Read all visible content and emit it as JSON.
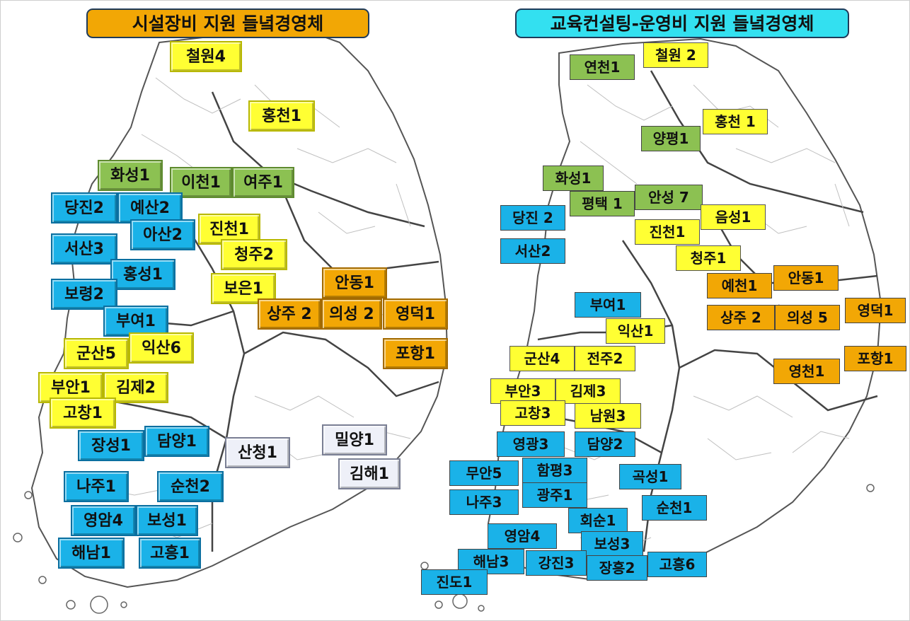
{
  "colors": {
    "yellow": "#ffff33",
    "green": "#8cc152",
    "blue": "#1ab2e8",
    "orange": "#f2a705",
    "white": "#eef0f8",
    "left_title_bg": "#f2a705",
    "right_title_bg": "#33e0f0"
  },
  "left_map": {
    "title": "시설장비 지원 들녘경영체",
    "labels": [
      {
        "text": "철원4",
        "color": "yellow"
      },
      {
        "text": "홍천1",
        "color": "yellow"
      },
      {
        "text": "화성1",
        "color": "green"
      },
      {
        "text": "이천1",
        "color": "green"
      },
      {
        "text": "여주1",
        "color": "green"
      },
      {
        "text": "당진2",
        "color": "blue"
      },
      {
        "text": "예산2",
        "color": "blue"
      },
      {
        "text": "아산2",
        "color": "blue"
      },
      {
        "text": "진천1",
        "color": "yellow"
      },
      {
        "text": "서산3",
        "color": "blue"
      },
      {
        "text": "청주2",
        "color": "yellow"
      },
      {
        "text": "홍성1",
        "color": "blue"
      },
      {
        "text": "보은1",
        "color": "yellow"
      },
      {
        "text": "안동1",
        "color": "orange"
      },
      {
        "text": "보령2",
        "color": "blue"
      },
      {
        "text": "상주 2",
        "color": "orange"
      },
      {
        "text": "의성 2",
        "color": "orange"
      },
      {
        "text": "영덕1",
        "color": "orange"
      },
      {
        "text": "부여1",
        "color": "blue"
      },
      {
        "text": "군산5",
        "color": "yellow"
      },
      {
        "text": "익산6",
        "color": "yellow"
      },
      {
        "text": "포항1",
        "color": "orange"
      },
      {
        "text": "부안1",
        "color": "yellow"
      },
      {
        "text": "김제2",
        "color": "yellow"
      },
      {
        "text": "고창1",
        "color": "yellow"
      },
      {
        "text": "장성1",
        "color": "blue"
      },
      {
        "text": "담양1",
        "color": "blue"
      },
      {
        "text": "산청1",
        "color": "white"
      },
      {
        "text": "밀양1",
        "color": "white"
      },
      {
        "text": "김해1",
        "color": "white"
      },
      {
        "text": "나주1",
        "color": "blue"
      },
      {
        "text": "순천2",
        "color": "blue"
      },
      {
        "text": "영암4",
        "color": "blue"
      },
      {
        "text": "보성1",
        "color": "blue"
      },
      {
        "text": "해남1",
        "color": "blue"
      },
      {
        "text": "고흥1",
        "color": "blue"
      }
    ]
  },
  "right_map": {
    "title": "교육컨설팅-운영비 지원 들녘경영체",
    "labels": [
      {
        "text": "철원 2",
        "color": "yellow"
      },
      {
        "text": "연천1",
        "color": "green"
      },
      {
        "text": "홍천 1",
        "color": "yellow"
      },
      {
        "text": "양평1",
        "color": "green"
      },
      {
        "text": "화성1",
        "color": "green"
      },
      {
        "text": "평택 1",
        "color": "green"
      },
      {
        "text": "안성 7",
        "color": "green"
      },
      {
        "text": "당진 2",
        "color": "blue"
      },
      {
        "text": "음성1",
        "color": "yellow"
      },
      {
        "text": "진천1",
        "color": "yellow"
      },
      {
        "text": "서산2",
        "color": "blue"
      },
      {
        "text": "청주1",
        "color": "yellow"
      },
      {
        "text": "안동1",
        "color": "orange"
      },
      {
        "text": "예천1",
        "color": "orange"
      },
      {
        "text": "부여1",
        "color": "blue"
      },
      {
        "text": "영덕1",
        "color": "orange"
      },
      {
        "text": "상주 2",
        "color": "orange"
      },
      {
        "text": "의성 5",
        "color": "orange"
      },
      {
        "text": "익산1",
        "color": "yellow"
      },
      {
        "text": "군산4",
        "color": "yellow"
      },
      {
        "text": "전주2",
        "color": "yellow"
      },
      {
        "text": "포항1",
        "color": "orange"
      },
      {
        "text": "영천1",
        "color": "orange"
      },
      {
        "text": "부안3",
        "color": "yellow"
      },
      {
        "text": "김제3",
        "color": "yellow"
      },
      {
        "text": "고창3",
        "color": "yellow"
      },
      {
        "text": "남원3",
        "color": "yellow"
      },
      {
        "text": "영광3",
        "color": "blue"
      },
      {
        "text": "담양2",
        "color": "blue"
      },
      {
        "text": "무안5",
        "color": "blue"
      },
      {
        "text": "함평3",
        "color": "blue"
      },
      {
        "text": "곡성1",
        "color": "blue"
      },
      {
        "text": "광주1",
        "color": "blue"
      },
      {
        "text": "나주3",
        "color": "blue"
      },
      {
        "text": "순천1",
        "color": "blue"
      },
      {
        "text": "회순1",
        "color": "blue"
      },
      {
        "text": "영암4",
        "color": "blue"
      },
      {
        "text": "보성3",
        "color": "blue"
      },
      {
        "text": "해남3",
        "color": "blue"
      },
      {
        "text": "강진3",
        "color": "blue"
      },
      {
        "text": "장흥2",
        "color": "blue"
      },
      {
        "text": "고흥6",
        "color": "blue"
      },
      {
        "text": "진도1",
        "color": "blue"
      }
    ]
  }
}
